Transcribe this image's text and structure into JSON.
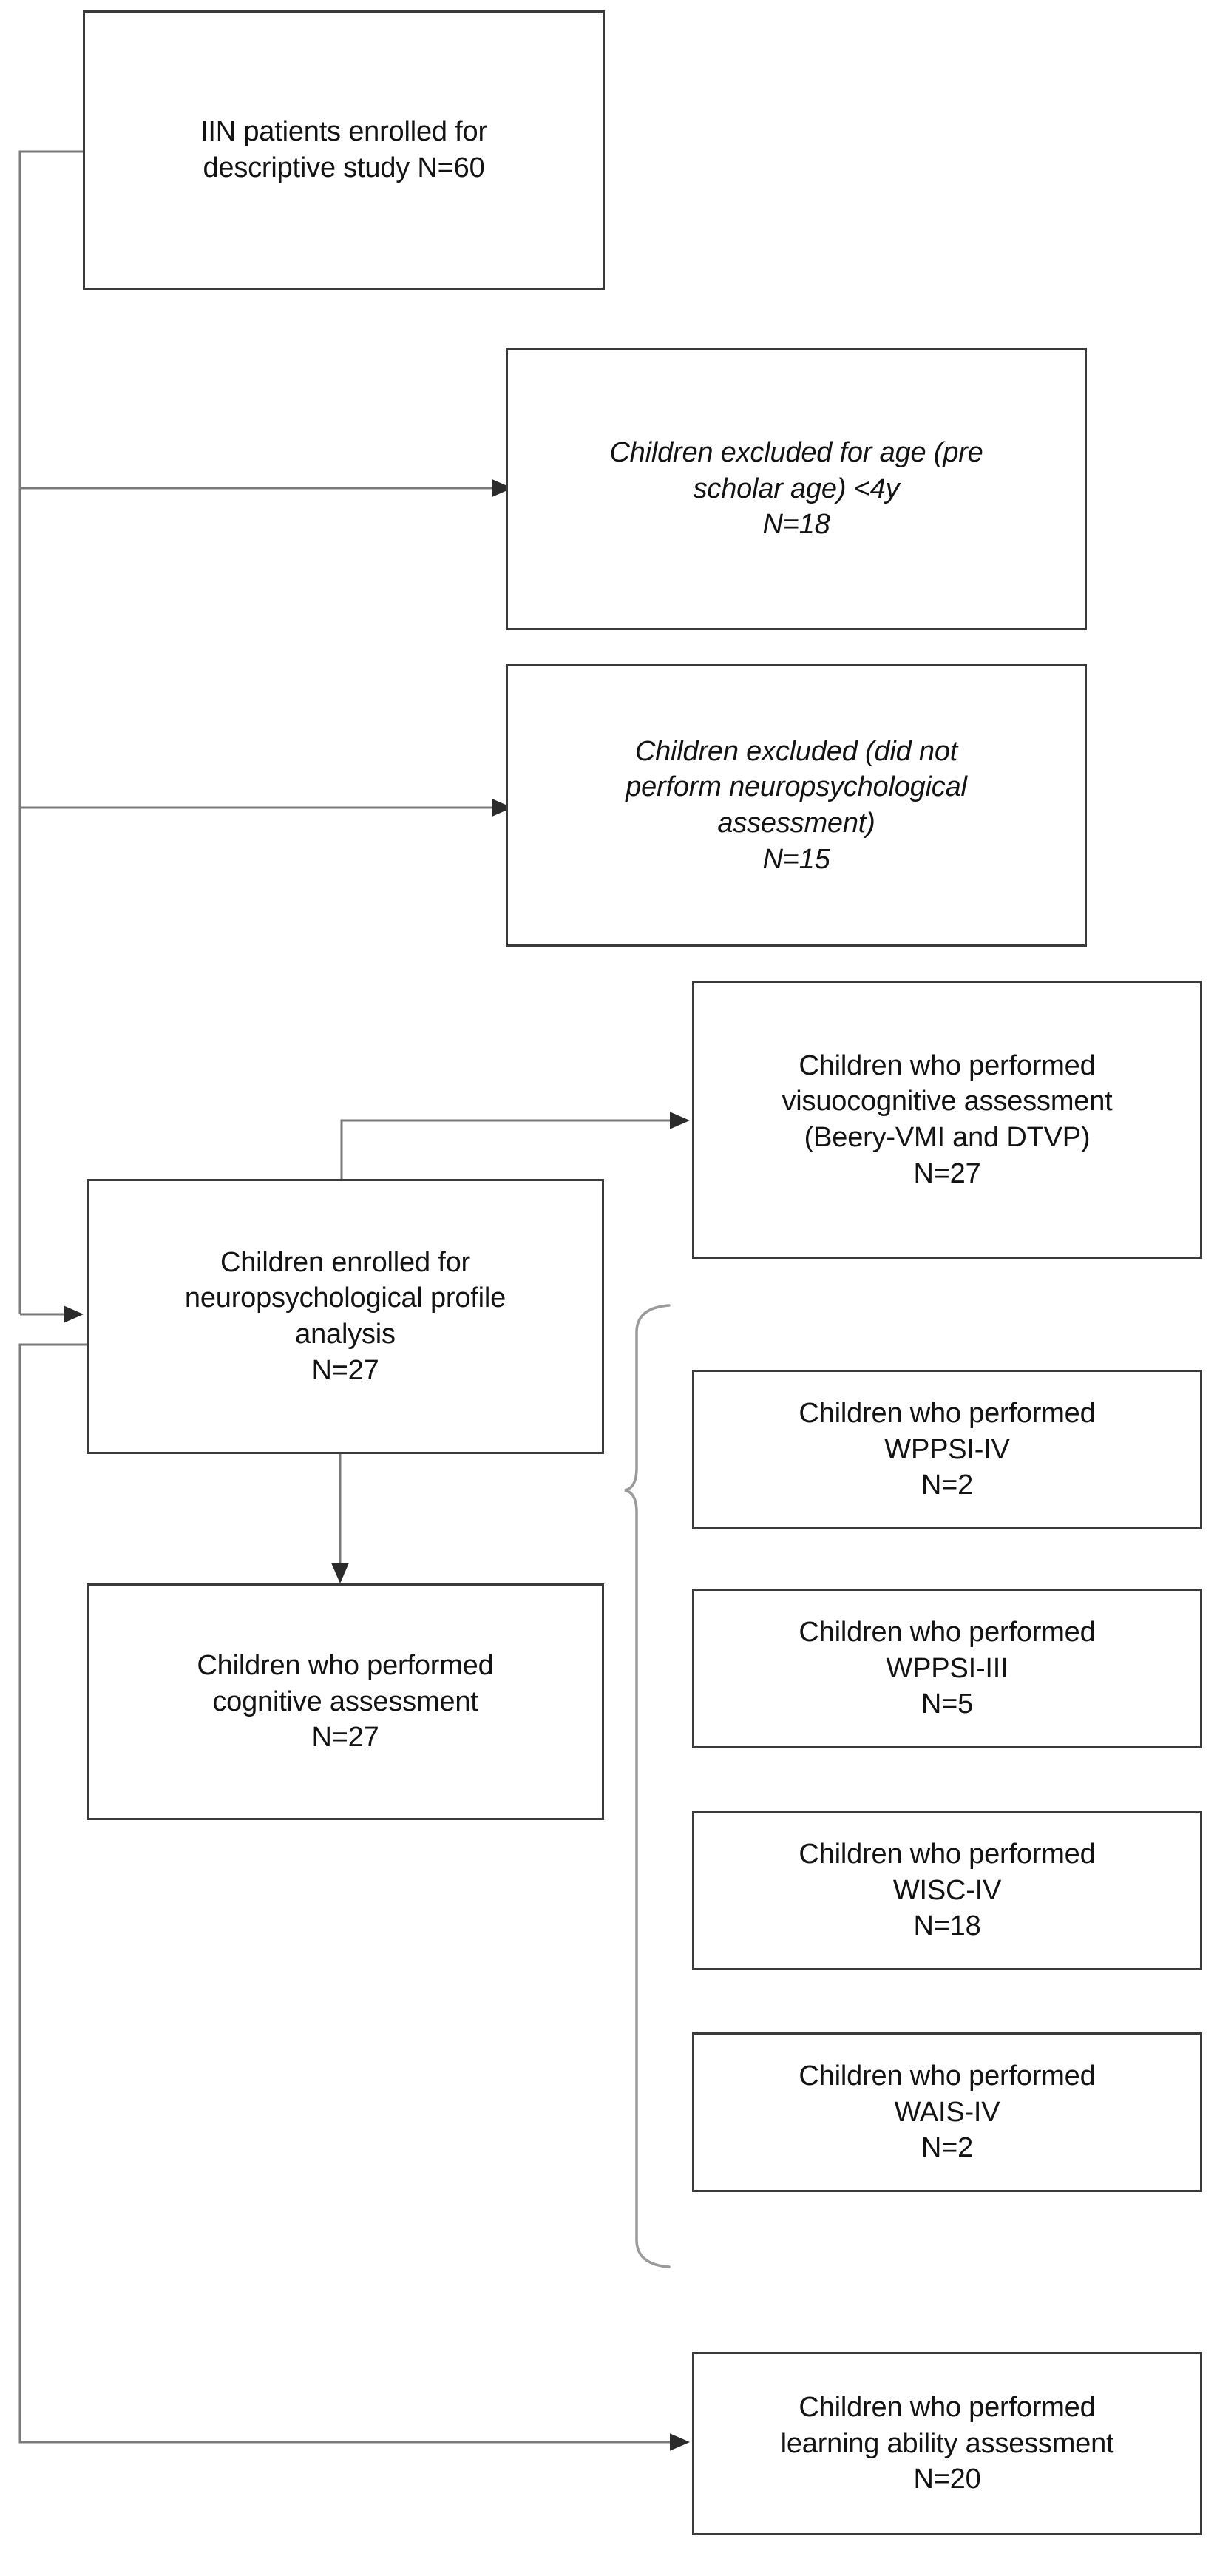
{
  "diagram": {
    "type": "flowchart",
    "title": "Study enrollment flow diagram",
    "orientation": "vertical",
    "style": {
      "box_border_color": "#3a3a3a",
      "box_fill_color": "#ffffff",
      "connector_color": "#4a4a4a",
      "text_color": "#131313"
    }
  },
  "nodes": {
    "enrolled": {
      "id": "enrolled",
      "label": "IIN patients enrolled for\ndescriptive study N=60",
      "n": 60,
      "emphasis": "normal"
    },
    "excluded_age": {
      "id": "excluded_age",
      "label": "Children excluded for age (pre\nscholar age) <4y\nN=18",
      "n": 18,
      "emphasis": "italic"
    },
    "excluded_noassess": {
      "id": "excluded_noassess",
      "label": "Children excluded (did not\nperform neuropsychological\nassessment)\nN=15",
      "n": 15,
      "emphasis": "italic"
    },
    "visuocognitive": {
      "id": "visuocognitive",
      "label": "Children who performed\nvisuocognitive assessment\n(Beery-VMI and DTVP)\nN=27",
      "n": 27,
      "emphasis": "normal"
    },
    "profile": {
      "id": "profile",
      "label": "Children enrolled for\nneuropsychological profile\nanalysis\nN=27",
      "n": 27,
      "emphasis": "normal"
    },
    "cognitive": {
      "id": "cognitive",
      "label": "Children who performed\ncognitive assessment\nN=27",
      "n": 27,
      "emphasis": "normal"
    },
    "wppsi_iv": {
      "id": "wppsi_iv",
      "label": "Children who performed\nWPPSI-IV\nN=2",
      "n": 2,
      "emphasis": "normal"
    },
    "wppsi_iii": {
      "id": "wppsi_iii",
      "label": "Children who performed\nWPPSI-III\nN=5",
      "n": 5,
      "emphasis": "normal"
    },
    "wisc_iv": {
      "id": "wisc_iv",
      "label": "Children who performed\nWISC-IV\nN=18",
      "n": 18,
      "emphasis": "normal"
    },
    "wais_iv": {
      "id": "wais_iv",
      "label": "Children who performed\nWAIS-IV\nN=2",
      "n": 2,
      "emphasis": "normal"
    },
    "learning": {
      "id": "learning",
      "label": "Children who performed\nlearning ability assessment\nN=20",
      "n": 20,
      "emphasis": "normal"
    }
  },
  "edges": [
    {
      "from": "enrolled",
      "to": "excluded_age",
      "kind": "elbow-arrow"
    },
    {
      "from": "enrolled",
      "to": "excluded_noassess",
      "kind": "elbow-arrow"
    },
    {
      "from": "enrolled",
      "to": "profile",
      "kind": "elbow-arrow"
    },
    {
      "from": "profile",
      "to": "visuocognitive",
      "kind": "elbow-arrow"
    },
    {
      "from": "profile",
      "to": "cognitive",
      "kind": "straight-arrow"
    },
    {
      "from": "profile",
      "to": "learning",
      "kind": "elbow-arrow"
    },
    {
      "from": "cognitive",
      "to": "wppsi_iv",
      "kind": "brace"
    },
    {
      "from": "cognitive",
      "to": "wppsi_iii",
      "kind": "brace"
    },
    {
      "from": "cognitive",
      "to": "wisc_iv",
      "kind": "brace"
    },
    {
      "from": "cognitive",
      "to": "wais_iv",
      "kind": "brace"
    }
  ]
}
